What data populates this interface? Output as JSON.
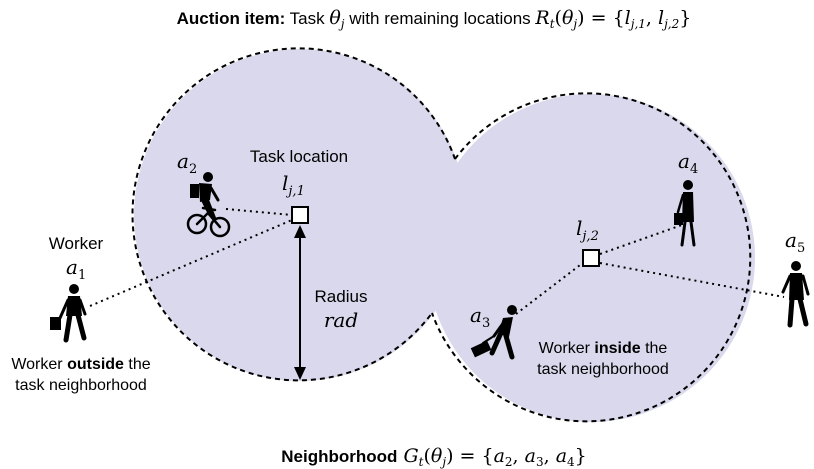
{
  "title": {
    "bold": "Auction item:",
    "text1": " Task ",
    "theta": "θ",
    "sub_j": "j",
    "text2": " with remaining locations ",
    "R": "R",
    "sub_t": "t",
    "paren_open": "(",
    "paren_close": ") = {",
    "l1": "l",
    "l1_sub": "j,1",
    "comma": ", ",
    "l2": "l",
    "l2_sub": "j,2",
    "brace_close": "}"
  },
  "footer": {
    "bold": "Neighborhood",
    "G": " G",
    "sub_t": "t",
    "paren_open": "(",
    "theta": "θ",
    "sub_j": "j",
    "eq": ") = {",
    "a": "a",
    "s2": "2",
    "s3": "3",
    "s4": "4",
    "comma": ", ",
    "brace_close": "}"
  },
  "task_location_label": "Task location",
  "location_1": {
    "l": "l",
    "sub": "j,1"
  },
  "location_2": {
    "l": "l",
    "sub": "j,2"
  },
  "radius": {
    "label": "Radius",
    "var": "rad"
  },
  "workers": {
    "a1": {
      "prefix": "Worker",
      "name": "a",
      "sub": "1"
    },
    "a2": {
      "name": "a",
      "sub": "2"
    },
    "a3": {
      "name": "a",
      "sub": "3"
    },
    "a4": {
      "name": "a",
      "sub": "4"
    },
    "a5": {
      "name": "a",
      "sub": "5"
    }
  },
  "outside_caption": {
    "pre": "Worker ",
    "bold": "outside",
    "post": " the",
    "line2": "task neighborhood"
  },
  "inside_caption": {
    "pre": "Worker ",
    "bold": "inside",
    "post": " the",
    "line2": "task neighborhood"
  },
  "colors": {
    "neighborhood_fill": "#d9d8ec",
    "stroke": "#000000",
    "background": "#ffffff"
  },
  "icons": [
    "cyclist-icon",
    "walking-worker-icon",
    "traveler-with-suitcase-icon",
    "standing-woman-icon",
    "walking-man-icon",
    "location-square-icon"
  ]
}
